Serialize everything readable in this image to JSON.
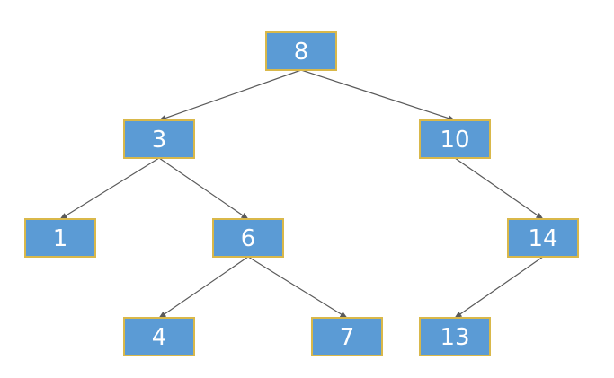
{
  "tree": {
    "nodes": [
      {
        "id": "n8",
        "label": "8"
      },
      {
        "id": "n3",
        "label": "3"
      },
      {
        "id": "n10",
        "label": "10"
      },
      {
        "id": "n1",
        "label": "1"
      },
      {
        "id": "n6",
        "label": "6"
      },
      {
        "id": "n14",
        "label": "14"
      },
      {
        "id": "n4",
        "label": "4"
      },
      {
        "id": "n7",
        "label": "7"
      },
      {
        "id": "n13",
        "label": "13"
      }
    ],
    "edges": [
      {
        "from": "n8",
        "to": "n3"
      },
      {
        "from": "n8",
        "to": "n10"
      },
      {
        "from": "n3",
        "to": "n1"
      },
      {
        "from": "n3",
        "to": "n6"
      },
      {
        "from": "n10",
        "to": "n14"
      },
      {
        "from": "n6",
        "to": "n4"
      },
      {
        "from": "n6",
        "to": "n7"
      },
      {
        "from": "n14",
        "to": "n13"
      }
    ]
  },
  "colors": {
    "node_fill": "#5b9bd5",
    "node_border": "#d9b84a",
    "edge": "#5a5a5a",
    "label": "#ffffff"
  }
}
